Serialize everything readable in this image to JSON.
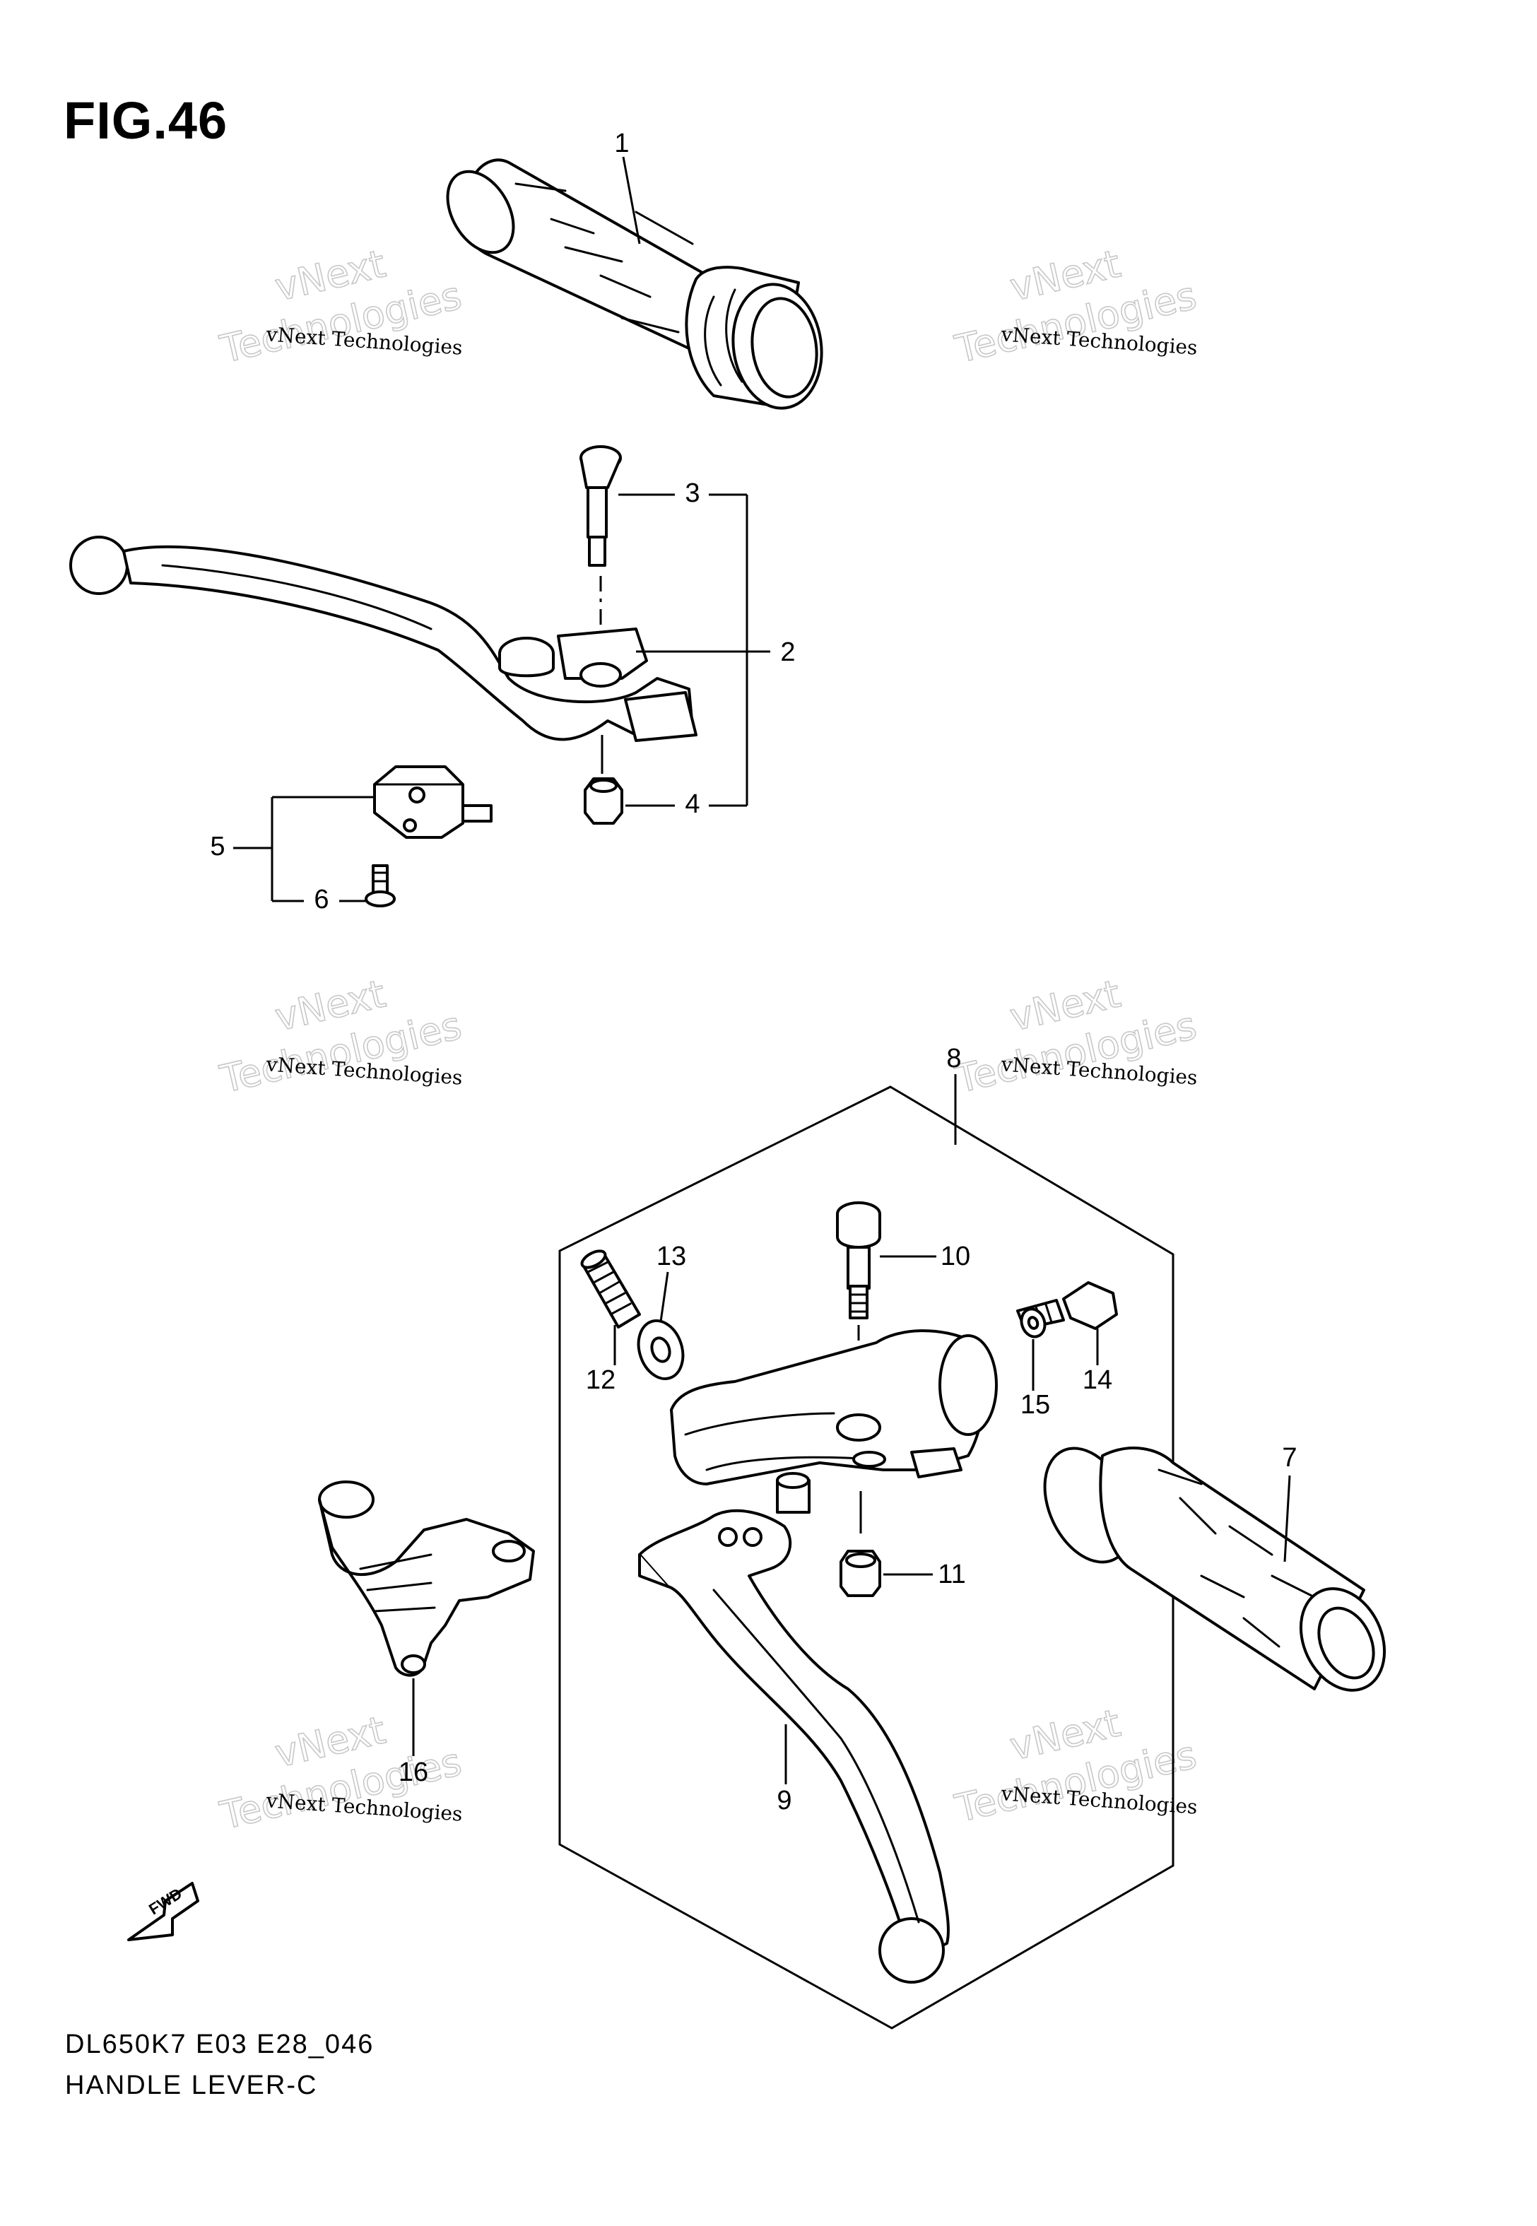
{
  "figure": {
    "title": "FIG.46",
    "model_code": "DL650K7 E03 E28_046",
    "part_group": "HANDLE LEVER-C"
  },
  "watermark": {
    "line_small": "vNext Technologies",
    "line_big_1": "vNext",
    "line_big_2": "Technologies"
  },
  "fwd_label": "FWD",
  "callouts": [
    "1",
    "2",
    "3",
    "4",
    "5",
    "6",
    "7",
    "8",
    "9",
    "10",
    "11",
    "12",
    "13",
    "14",
    "15",
    "16"
  ]
}
